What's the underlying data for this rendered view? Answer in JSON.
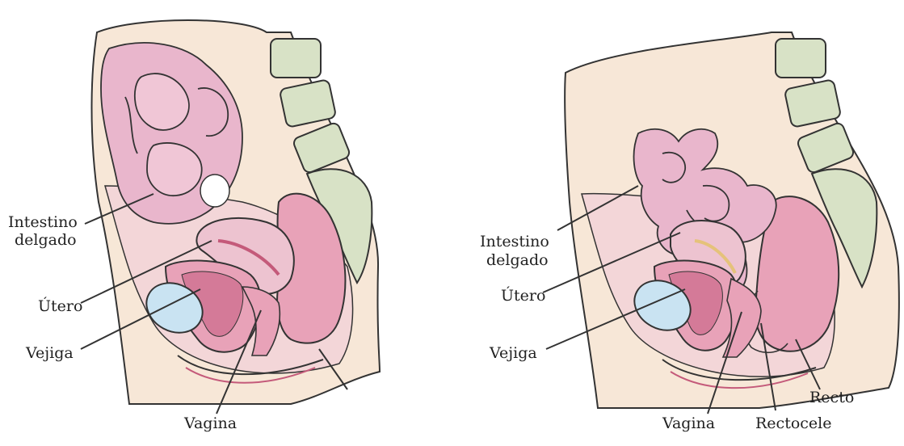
{
  "left_panel": {
    "labels": {
      "small_intestine_line1": "Intestino",
      "small_intestine_line2": "delgado",
      "uterus": "Útero",
      "bladder": "Vejiga",
      "vagina": "Vagina"
    }
  },
  "right_panel": {
    "labels": {
      "small_intestine_line1": "Intestino",
      "small_intestine_line2": "delgado",
      "uterus": "Útero",
      "bladder": "Vejiga",
      "vagina": "Vagina",
      "rectocele": "Rectocele",
      "rectum": "Recto"
    }
  },
  "colors": {
    "skin": "#f7e7d7",
    "tissue_pink": "#edc3d0",
    "organ_pink": "#e8a2b8",
    "intestine": "#e9b6cc",
    "bladder": "#c9e3f2",
    "bone": "#d8e2c6",
    "outline": "#333333"
  }
}
